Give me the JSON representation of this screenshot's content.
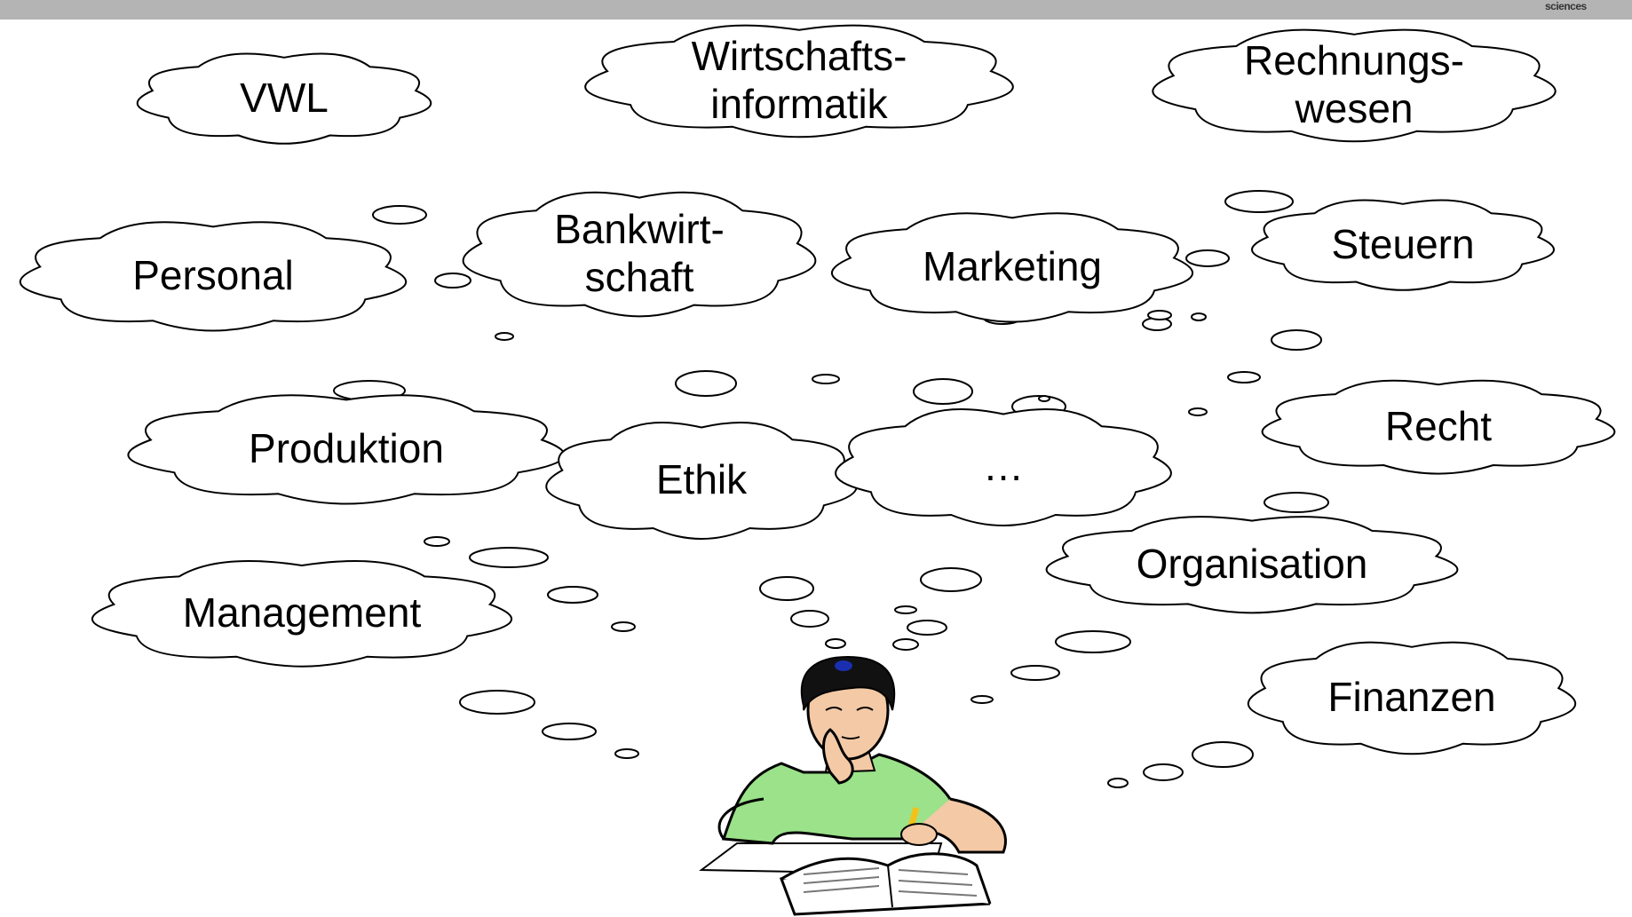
{
  "header": {
    "brand_text": "sciences",
    "bar_color": "#b4b4b4"
  },
  "clouds": [
    {
      "id": "vwl",
      "lines": [
        "VWL"
      ]
    },
    {
      "id": "wirtschaftsinformatik",
      "lines": [
        "Wirtschafts-",
        "informatik"
      ]
    },
    {
      "id": "rechnungswesen",
      "lines": [
        "Rechnungs-",
        "wesen"
      ]
    },
    {
      "id": "personal",
      "lines": [
        "Personal"
      ]
    },
    {
      "id": "bankwirtschaft",
      "lines": [
        "Bankwirt-",
        "schaft"
      ]
    },
    {
      "id": "marketing",
      "lines": [
        "Marketing"
      ]
    },
    {
      "id": "steuern",
      "lines": [
        "Steuern"
      ]
    },
    {
      "id": "produktion",
      "lines": [
        "Produktion"
      ]
    },
    {
      "id": "ethik",
      "lines": [
        "Ethik"
      ]
    },
    {
      "id": "ellipsis",
      "lines": [
        "…"
      ]
    },
    {
      "id": "recht",
      "lines": [
        "Recht"
      ]
    },
    {
      "id": "organisation",
      "lines": [
        "Organisation"
      ]
    },
    {
      "id": "management",
      "lines": [
        "Management"
      ]
    },
    {
      "id": "finanzen",
      "lines": [
        "Finanzen"
      ]
    }
  ],
  "student": {
    "shirt_color": "#9be28a",
    "hair_color": "#111111",
    "pencil_color": "#f2c21b"
  }
}
